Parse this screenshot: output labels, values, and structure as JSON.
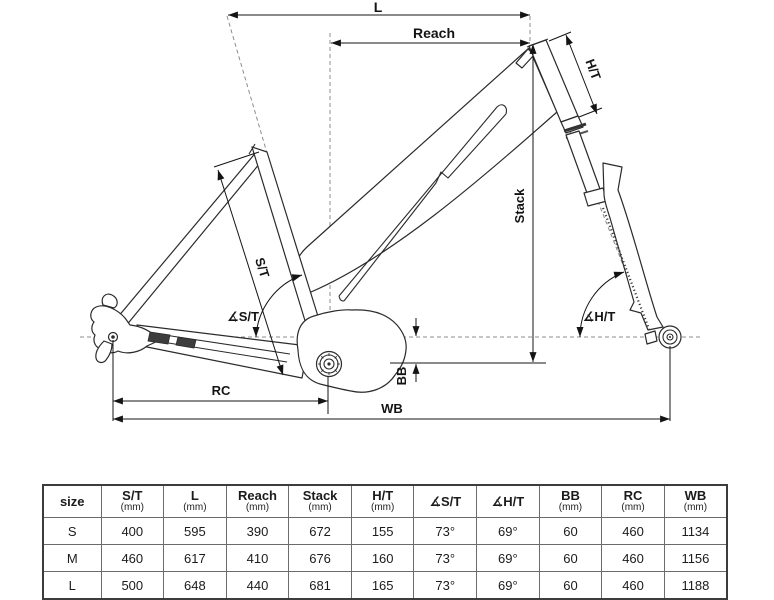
{
  "diagram": {
    "labels": {
      "l": "L",
      "reach": "Reach",
      "ht": "H/T",
      "stack": "Stack",
      "st": "S/T",
      "angle_st": "∡S/T",
      "angle_ht": "∡H/T",
      "bb": "BB",
      "rc": "RC",
      "wb": "WB"
    }
  },
  "table": {
    "columns": [
      {
        "label": "size",
        "sub": ""
      },
      {
        "label": "S/T",
        "sub": "(mm)"
      },
      {
        "label": "L",
        "sub": "(mm)"
      },
      {
        "label": "Reach",
        "sub": "(mm)"
      },
      {
        "label": "Stack",
        "sub": "(mm)"
      },
      {
        "label": "H/T",
        "sub": "(mm)"
      },
      {
        "label": "∡S/T",
        "sub": ""
      },
      {
        "label": "∡H/T",
        "sub": ""
      },
      {
        "label": "BB",
        "sub": "(mm)"
      },
      {
        "label": "RC",
        "sub": "(mm)"
      },
      {
        "label": "WB",
        "sub": "(mm)"
      }
    ],
    "rows": [
      [
        "S",
        "400",
        "595",
        "390",
        "672",
        "155",
        "73°",
        "69°",
        "60",
        "460",
        "1134"
      ],
      [
        "M",
        "460",
        "617",
        "410",
        "676",
        "160",
        "73°",
        "69°",
        "60",
        "460",
        "1156"
      ],
      [
        "L",
        "500",
        "648",
        "440",
        "681",
        "165",
        "73°",
        "69°",
        "60",
        "460",
        "1188"
      ]
    ]
  },
  "colors": {
    "frame_line": "#2b2b2b",
    "dimension_line": "#141414",
    "dashed_line": "#8d8d8d",
    "background": "#ffffff"
  }
}
